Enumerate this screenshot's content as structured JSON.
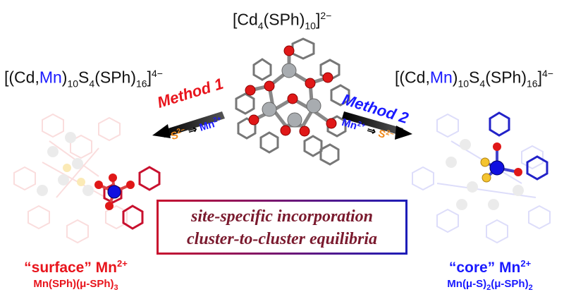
{
  "colors": {
    "red": "#e8141c",
    "blue": "#1a1aff",
    "orange": "#f08a1c",
    "maroon": "#7a1a2e",
    "cd_gray": "#a8acb0",
    "s_yellow": "#f4c430",
    "s_red": "#e01818"
  },
  "top_formula": {
    "open": "[Cd",
    "sub1": "4",
    "mid": "(SPh)",
    "sub2": "10",
    "close": "]",
    "charge": "2−"
  },
  "left_formula": {
    "open": "[(Cd,",
    "mn": "Mn",
    "close1": ")",
    "sub1": "10",
    "s": "S",
    "sub2": "4",
    "sph": "(SPh)",
    "sub3": "16",
    "close2": "]",
    "charge": "4−"
  },
  "right_formula": {
    "open": "[(Cd,",
    "mn": "Mn",
    "close1": ")",
    "sub1": "10",
    "s": "S",
    "sub2": "4",
    "sph": "(SPh)",
    "sub3": "16",
    "close2": "]",
    "charge": "4−"
  },
  "method1": {
    "label": "Method 1",
    "eq_s": "S",
    "eq_s_charge": "2−",
    "arrow": "⇒",
    "eq_mn": "Mn",
    "eq_mn_charge": "2+"
  },
  "method2": {
    "label": "Method 2",
    "eq_mn": "Mn",
    "eq_mn_charge": "2+",
    "arrow": "⇒",
    "eq_s": "S",
    "eq_s_charge": "2−"
  },
  "center_box": {
    "line1": "site-specific incorporation",
    "line2": "cluster-to-cluster equilibria"
  },
  "left_caption": {
    "main": "“surface” Mn",
    "main_charge": "2+",
    "sub_a": "Mn(SPh)(μ-SPh)",
    "sub_a_n": "3"
  },
  "right_caption": {
    "main": "“core” Mn",
    "main_charge": "2+",
    "sub_a": "Mn(μ-S)",
    "sub_a_n": "2",
    "sub_b": "(μ-SPh)",
    "sub_b_n": "2"
  }
}
